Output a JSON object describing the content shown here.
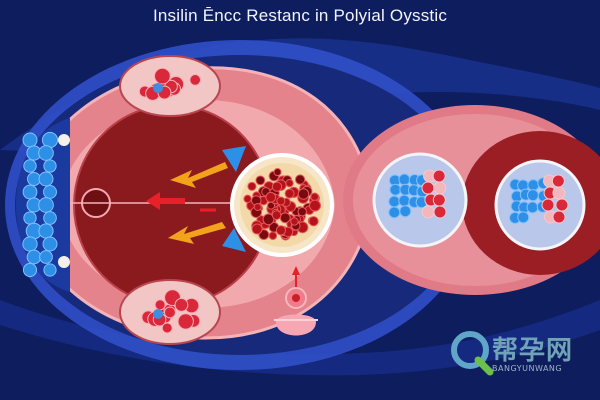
{
  "title": "Insilin Ēncc Restanc in Polyial Oysstic",
  "watermark": {
    "cn_text": "帮孕网",
    "en_text": "BANGYUNWANG",
    "icon": "magnifier-logo-icon"
  },
  "colors": {
    "background": "#0d1d5e",
    "organ_outer": "#e5848e",
    "organ_inner": "#8b1a1e",
    "cell_blue": "#2e8fe6",
    "cell_red": "#c8202a",
    "arrow_orange": "#f3a21c",
    "arrow_red": "#e8202a"
  },
  "icons": [
    "orange-arrow-icon",
    "red-arrow-icon",
    "droplet-icon",
    "follicle-cluster-icon"
  ]
}
